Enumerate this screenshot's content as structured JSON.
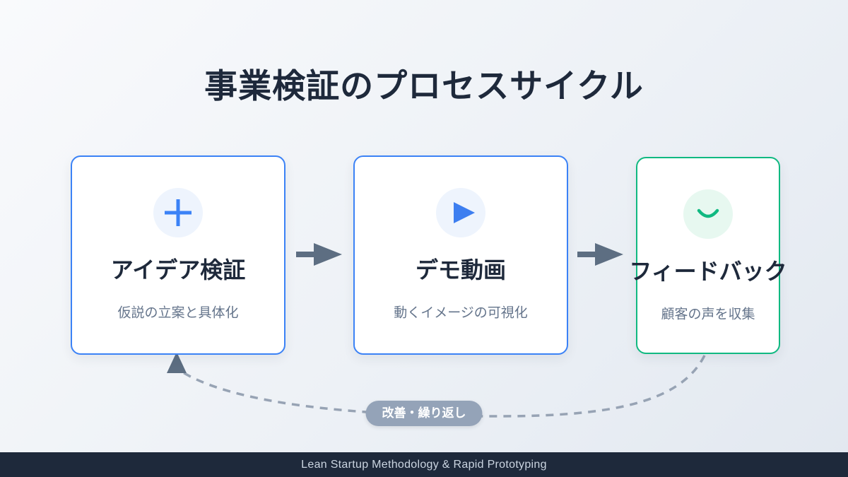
{
  "title": "事業検証のプロセスサイクル",
  "title_color": "#1e293b",
  "background": {
    "from": "#f9fafc",
    "to": "#e2e8f0"
  },
  "cards": [
    {
      "title": "アイデア検証",
      "subtitle": "仮説の立案と具体化",
      "icon": "plus-icon",
      "accent": "#3b82f6",
      "icon_bg": "#eef4fd",
      "icon_color": "#3b82f6"
    },
    {
      "title": "デモ動画",
      "subtitle": "動くイメージの可視化",
      "icon": "play-icon",
      "accent": "#3b82f6",
      "icon_bg": "#eef4fd",
      "icon_color": "#3d7ef0"
    },
    {
      "title": "フィードバック",
      "subtitle": "顧客の声を収集",
      "icon": "smile-icon",
      "accent": "#10b981",
      "icon_bg": "#e7f8f0",
      "icon_color": "#10b981"
    }
  ],
  "arrows": {
    "color": "#5d6e82"
  },
  "loop": {
    "label": "改善・繰り返し",
    "pill_color": "#94a3b8",
    "dash_color": "#97a3b4"
  },
  "footer": {
    "text": "Lean Startup Methodology & Rapid Prototyping",
    "bg": "#1e293b",
    "text_color": "#cbd5e1"
  }
}
